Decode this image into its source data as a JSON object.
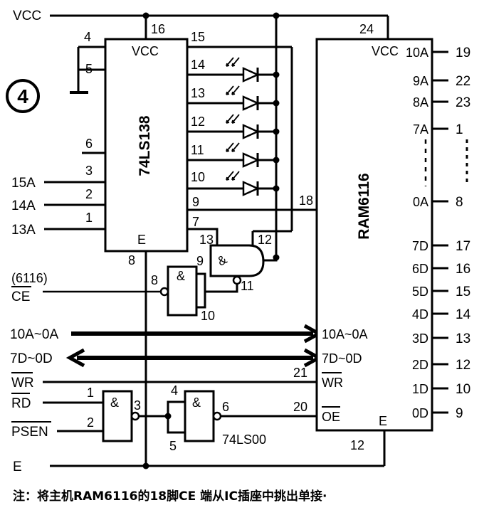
{
  "figure_number": "4",
  "power": {
    "vcc": "VCC",
    "ground": "E"
  },
  "decoder": {
    "name": "74LS138",
    "vcc": "VCC",
    "gnd": "E",
    "pins": {
      "p16": "16",
      "p15": "15",
      "p14": "14",
      "p13": "13",
      "p12": "12",
      "p11": "11",
      "p10": "10",
      "p9": "9",
      "p7": "7",
      "p8": "8",
      "p6": "6",
      "p5": "5",
      "p4": "4",
      "p3": "3",
      "p2": "2",
      "p1": "1"
    }
  },
  "inputs": {
    "a15": "15A",
    "a14": "14A",
    "a13": "13A",
    "ce": "CE",
    "ce_note": "(6116)",
    "addr": "10A~0A",
    "data": "7D~0D",
    "wr": "WR",
    "rd": "RD",
    "psen": "PSEN"
  },
  "gates": {
    "g_top": {
      "symbol": "&",
      "pins": [
        "13",
        "12",
        "11"
      ]
    },
    "g_mid": {
      "symbol": "&",
      "pins": [
        "8",
        "9",
        "10"
      ]
    },
    "g_bl": {
      "symbol": "&",
      "pins": [
        "1",
        "2",
        "3"
      ]
    },
    "g_br": {
      "symbol": "&",
      "pins": [
        "4",
        "5",
        "6"
      ]
    },
    "part": "74LS00"
  },
  "ram": {
    "name": "RAM6116",
    "vcc": "VCC",
    "vcc_pin": "24",
    "gnd": "E",
    "gnd_pin": "12",
    "ce": "CE",
    "ce_pin": "18",
    "addr": "10A~0A",
    "data": "7D~0D",
    "wr": "WR",
    "wr_pin": "21",
    "oe": "OE",
    "oe_pin": "20",
    "right_pins": [
      {
        "label": "10A",
        "num": "19"
      },
      {
        "label": "9A",
        "num": "22"
      },
      {
        "label": "8A",
        "num": "23"
      },
      {
        "label": "7A",
        "num": "1"
      },
      {
        "label": "0A",
        "num": "8"
      },
      {
        "label": "7D",
        "num": "17"
      },
      {
        "label": "6D",
        "num": "16"
      },
      {
        "label": "5D",
        "num": "15"
      },
      {
        "label": "4D",
        "num": "14"
      },
      {
        "label": "3D",
        "num": "13"
      },
      {
        "label": "2D",
        "num": "12"
      },
      {
        "label": "1D",
        "num": "10"
      },
      {
        "label": "0D",
        "num": "9"
      }
    ]
  },
  "note": "注：将主机RAM6116的18脚CE 端从IC插座中挑出单接·"
}
